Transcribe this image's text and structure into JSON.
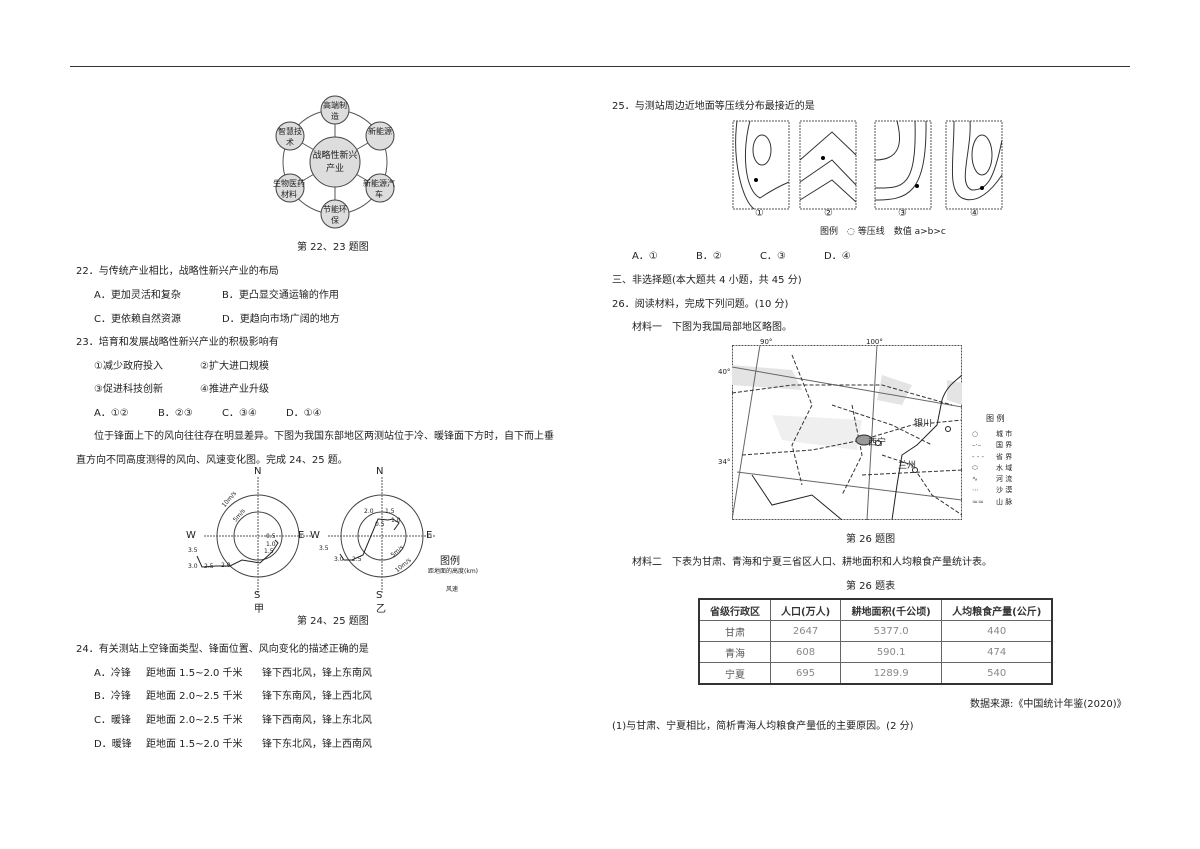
{
  "fig22": {
    "center": "战略性新兴产业",
    "nodes": [
      "高端制造",
      "新能源",
      "新能源汽车",
      "节能环保",
      "生物医药材料",
      "智慧技术"
    ],
    "caption": "第 22、23 题图"
  },
  "q22": {
    "stem": "22．与传统产业相比，战略性新兴产业的布局",
    "a": "A．更加灵活和复杂",
    "b": "B．更凸显交通运输的作用",
    "c": "C．更依赖自然资源",
    "d": "D．更趋向市场广阔的地方"
  },
  "q23": {
    "stem": "23．培育和发展战略性新兴产业的积极影响有",
    "o1": "①减少政府投入",
    "o2": "②扩大进口规模",
    "o3": "③促进科技创新",
    "o4": "④推进产业升级",
    "a": "A．①②",
    "b": "B．②③",
    "c": "C．③④",
    "d": "D．①④"
  },
  "passage": {
    "line1": "位于锋面上下的风向往往存在明显差异。下图为我国东部地区两测站位于冷、暖锋面下方时，自下而上垂",
    "line2": "直方向不同高度测得的风向、风速变化图。完成 24、25 题。"
  },
  "fig24": {
    "n": "N",
    "s": "S",
    "e": "E",
    "w": "W",
    "station1": "甲",
    "station2": "乙",
    "ring_inner": "5m/s",
    "ring_outer": "10m/s",
    "labels1": [
      "0.5",
      "1.0",
      "1.5",
      "2.0",
      "2.5",
      "3.0",
      "3.5"
    ],
    "labels2": [
      "0.5",
      "1.0",
      "1.5",
      "2.0",
      "2.5",
      "3.0",
      "3.5"
    ],
    "legend_title": "图例",
    "legend_point": "距地面的高度(km)",
    "legend_line": "风速",
    "caption": "第 24、25 题图"
  },
  "q24": {
    "stem": "24．有关测站上空锋面类型、锋面位置、风向变化的描述正确的是",
    "opts": [
      [
        "A．冷锋",
        "距地面 1.5~2.0 千米",
        "锋下西北风，锋上东南风"
      ],
      [
        "B．冷锋",
        "距地面 2.0~2.5 千米",
        "锋下东南风，锋上西北风"
      ],
      [
        "C．暖锋",
        "距地面 2.0~2.5 千米",
        "锋下西南风，锋上东北风"
      ],
      [
        "D．暖锋",
        "距地面 1.5~2.0 千米",
        "锋下东北风，锋上西南风"
      ]
    ]
  },
  "q25": {
    "stem": "25．与测站周边近地面等压线分布最接近的是",
    "panels": [
      "①",
      "②",
      "③",
      "④"
    ],
    "legend": "图例",
    "legend_isobar": "等压线",
    "legend_value": "数值 a>b>c",
    "a": "A．①",
    "b": "B．②",
    "c": "C．③",
    "d": "D．④"
  },
  "section3": "三、非选择题(本大题共 4 小题，共 45 分)",
  "q26": {
    "stem": "26．阅读材料，完成下列问题。(10 分)",
    "m1": "材料一　下图为我国局部地区略图。",
    "map": {
      "lon1": "90°",
      "lon2": "100°",
      "lat1": "40°",
      "lat2": "34°",
      "cities": [
        "银川",
        "西宁",
        "兰州"
      ],
      "legend_title": "图 例",
      "legend": [
        "城 市",
        "国 界",
        "省 界",
        "水 域",
        "河 流",
        "沙 漠",
        "山 脉"
      ],
      "caption": "第 26 题图"
    },
    "m2": "材料二　下表为甘肃、青海和宁夏三省区人口、耕地面积和人均粮食产量统计表。",
    "table_caption": "第 26 题表",
    "headers": [
      "省级行政区",
      "人口(万人)",
      "耕地面积(千公顷)",
      "人均粮食产量(公斤)"
    ],
    "rows": [
      [
        "甘肃",
        "2647",
        "5377.0",
        "440"
      ],
      [
        "青海",
        "608",
        "590.1",
        "474"
      ],
      [
        "宁夏",
        "695",
        "1289.9",
        "540"
      ]
    ],
    "source": "数据来源:《中国统计年鉴(2020)》",
    "sub1": "(1)与甘肃、宁夏相比，简析青海人均粮食产量低的主要原因。(2 分)"
  }
}
